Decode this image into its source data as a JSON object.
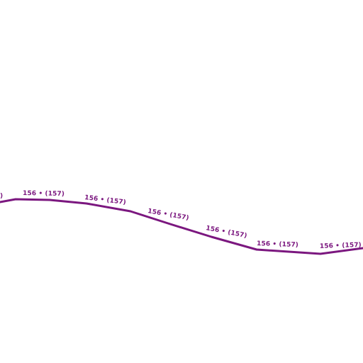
{
  "map": {
    "background_color": "#ffffff",
    "route": {
      "color": "#7b177f",
      "labels": {
        "edge_fragment": ")",
        "label_1": "156 •  (157)",
        "label_2": "156 •  (157)",
        "label_3": "156 •  (157)",
        "label_4": "156 •  (157)",
        "label_5": "156 •  (157)",
        "label_6": "156 •  (157)"
      }
    }
  }
}
